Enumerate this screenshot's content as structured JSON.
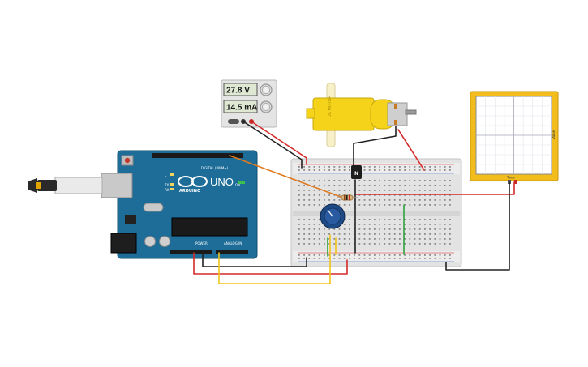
{
  "power_supply": {
    "voltage_display": "27.8 V",
    "current_display": "14.5 mA"
  },
  "arduino": {
    "model_label": "UNO",
    "brand_label": "ARDUINO",
    "digital_label": "DIGITAL (PWM~)",
    "power_label": "POWER",
    "analog_label": "ANALOG IN",
    "tx_label": "TX",
    "rx_label": "RX",
    "l_label": "L",
    "on_label": "ON"
  },
  "motor": {
    "label": "DC MOTOR"
  },
  "transistor": {
    "label": "N"
  },
  "oscilloscope": {
    "time_label": "Time",
    "value_label": "Value"
  },
  "wire_colors": {
    "red": "#d42a2a",
    "black": "#222222",
    "orange": "#e07a1f",
    "yellow": "#f0c419",
    "green": "#2da33a"
  }
}
